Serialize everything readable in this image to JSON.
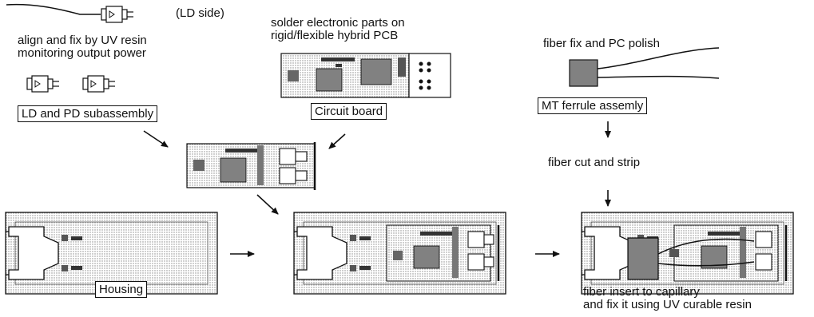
{
  "texts": {
    "ld_side": "(LD side)",
    "align_line1": "align and fix by UV resin",
    "align_line2": "monitoring output power",
    "solder_line1": "solder electronic parts on",
    "solder_line2": "rigid/flexible hybrid PCB",
    "fiber_fix": "fiber fix and PC polish",
    "fiber_cut": "fiber cut and strip",
    "insert_line1": "fiber insert to capillary",
    "insert_line2": "and fix it using UV curable resin"
  },
  "labels": {
    "ld_pd": "LD and PD subassembly",
    "circuit": "Circuit board",
    "mt_ferrule": "MT ferrule assemly",
    "housing": "Housing"
  }
}
